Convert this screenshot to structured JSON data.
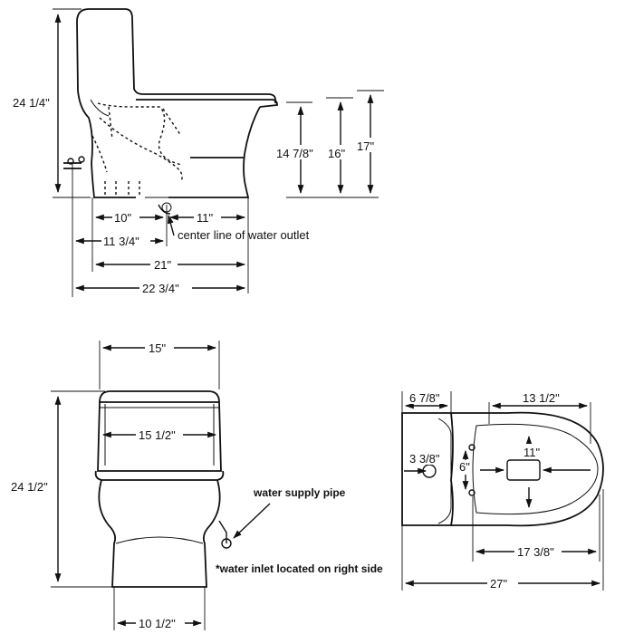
{
  "side_view": {
    "dims": {
      "total_height": "24 1/4\"",
      "bowl_height_1": "14 7/8\"",
      "bowl_height_2": "16\"",
      "bowl_height_3": "17\"",
      "rough_in": "10\"",
      "outlet_front": "11\"",
      "rough_in_outer": "11 3/4\"",
      "overall_depth": "21\"",
      "overall_length": "22 3/4\""
    },
    "outlet_label": "center line of water outlet"
  },
  "front_view": {
    "dims": {
      "tank_width": "15\"",
      "tank_inner_width": "15 1/2\"",
      "total_height": "24 1/2\"",
      "base_width": "10 1/2\""
    },
    "supply_label": "water supply pipe",
    "inlet_note": "*water inlet located on right side"
  },
  "top_view": {
    "dims": {
      "tank_depth": "6 7/8\"",
      "seat_width": "13 1/2\"",
      "outlet_offset": "3 3/8\"",
      "bolt_spacing": "6\"",
      "outlet_to_bowl": "11\"",
      "bowl_length": "17 3/8\"",
      "overall_length": "27\""
    }
  },
  "colors": {
    "line": "#111111",
    "background": "#ffffff"
  }
}
